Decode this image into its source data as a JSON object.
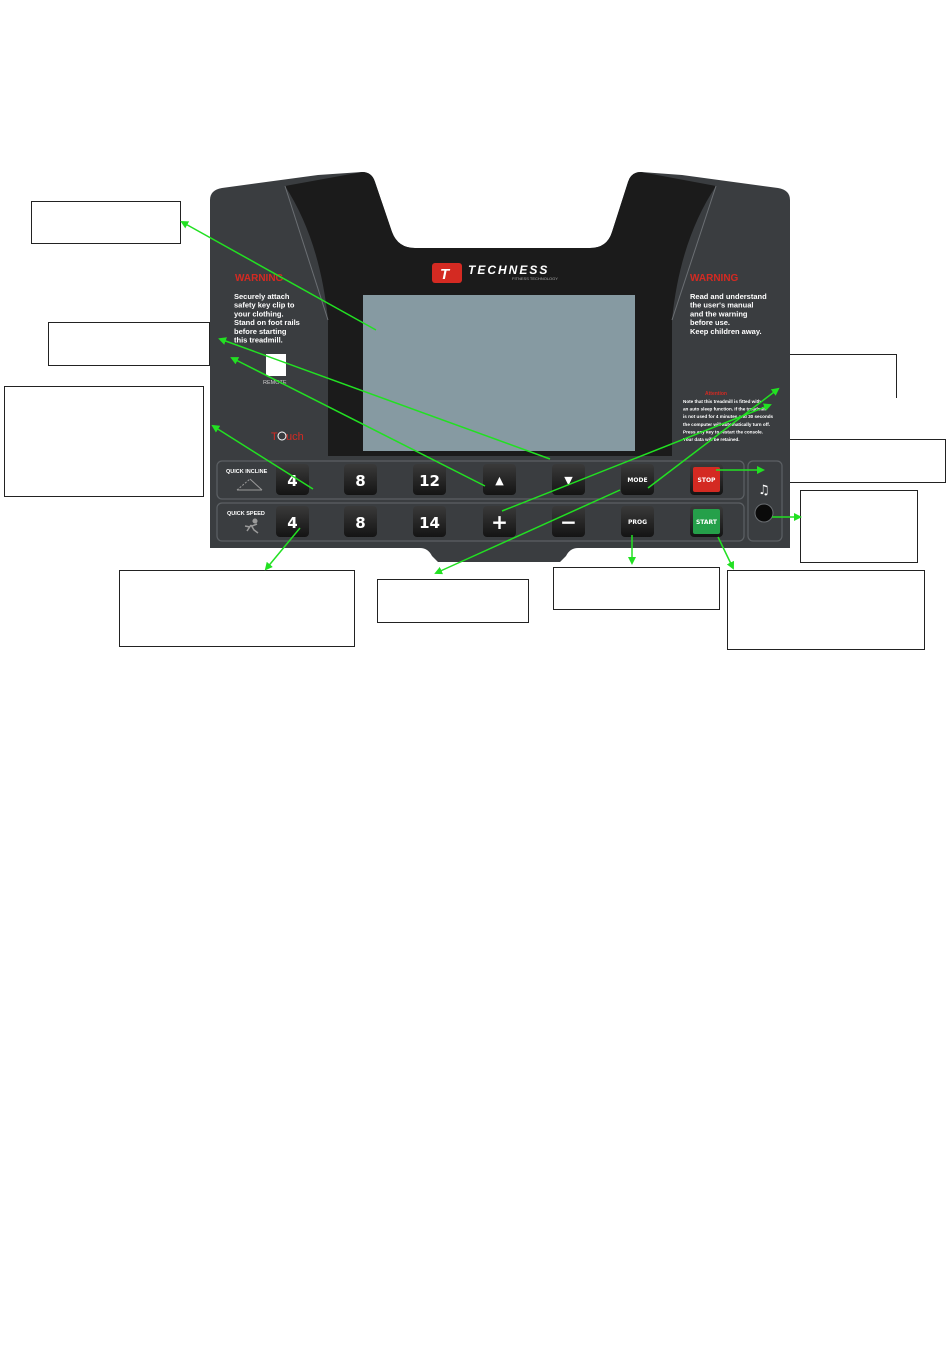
{
  "brand": {
    "name": "TECHNESS",
    "tagline": "FITNESS TECHNOLOGY"
  },
  "warning_left": {
    "title": "WARNING",
    "lines": [
      "Securely attach",
      "safety key clip to",
      "your clothing.",
      "Stand on foot rails",
      "before starting",
      "this treadmill."
    ]
  },
  "warning_right": {
    "title": "WARNING",
    "lines": [
      "Read and understand",
      "the user's manual",
      "and the warning",
      "before use.",
      "Keep children away."
    ]
  },
  "sleep_note": {
    "title": "Attention",
    "lines": [
      "Note that this treadmill is fitted with",
      "an auto sleep function. If the treadmill",
      "is not used for 4 minutes and 30 seconds",
      "the computer will automatically turn off.",
      "Press any key to restart the console.",
      "Your data will be retained."
    ]
  },
  "remote_label": "REMOTE",
  "touch_label": {
    "prefix": "T",
    "suffix": "uch"
  },
  "incline_row": {
    "label": "QUICK INCLINE",
    "keys": [
      "4",
      "8",
      "12"
    ]
  },
  "speed_row": {
    "label": "QUICK SPEED",
    "keys": [
      "4",
      "8",
      "14"
    ]
  },
  "buttons": {
    "mode": "MODE",
    "prog": "PROG",
    "stop": "STOP",
    "start": "START",
    "up": "▲",
    "down": "▼",
    "plus": "+",
    "minus": "−"
  },
  "audio_icon": "♫",
  "colors": {
    "console_body": "#3a3d40",
    "console_center": "#1b1b1b",
    "screen": "#869aa2",
    "warning_red": "#d42a22",
    "arrow_green": "#22e022",
    "stop_red": "#d42a22",
    "start_green": "#25a04a"
  }
}
